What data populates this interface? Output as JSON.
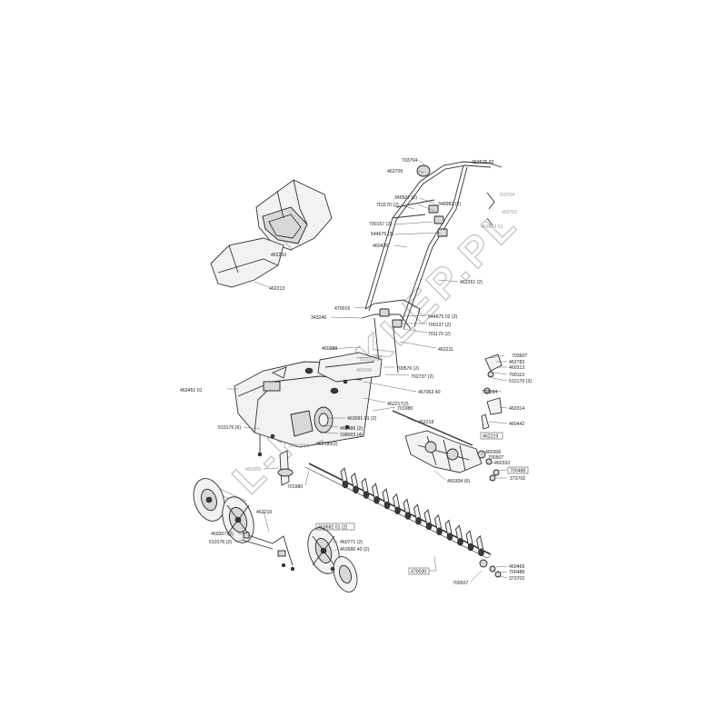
{
  "watermark": "AL-KO SKLEP.PL",
  "labels": {
    "l703704a": "703704",
    "l46367502": "463675 02",
    "l463705": "463705",
    "l703704b": "703704",
    "l3495072": "349507 (2)",
    "l3489822": "348982 (2)",
    "l7011702a": "701170 (2)",
    "l460702": "460702",
    "l70015?": "700157 (2)",
    "l5446752": "544675 (2)",
    "l46367401": "463674 01",
    "l460420": "460420",
    "l462210": "462210",
    "l462213": "462213",
    "l4622612": "462261 (2)",
    "l470016": "470016",
    "l343240": "343240",
    "l544675022": "544675 02 (2)",
    "l7001372": "700137 (2)",
    "l7011702b": "701170 (2)",
    "l462211": "462211",
    "l460389": "460389",
    "l5110152": "511015 (2)",
    "l4603902": "460390",
    "l7005762": "700576 (2)",
    "l7027372": "702737 (2)",
    "l46345101": "463451 01",
    "l46706340": "467063 40",
    "l4622172": "462217(2)",
    "l701980a": "701980",
    "l4630910102": "463091 01 (2)",
    "l4624862": "462486 (2)",
    "l3380034": "338003 (4)",
    "l5101766": "510176 (6)",
    "l5111802": "511180(2)",
    "l4621802": "462180(2)",
    "l462218": "462218",
    "l703607": "703607",
    "l462783": "462783",
    "l460213": "460213",
    "l700119": "700119",
    "l5101763": "510176 (3)",
    "l703994": "703994",
    "l460314": "460314",
    "l460442": "460442",
    "l462219": "462219",
    "l460306": "460306",
    "l700507a": "700507",
    "l460310": "460310",
    "l700488a": "700488",
    "l373702a": "373702",
    "l4603046": "460304 (6)",
    "l460305": "460305",
    "l701980b": "701980",
    "l462210b": "462210",
    "l4636820132": "463682 01 (2)",
    "l4603072": "460307 (2)",
    "l5101762": "510176 (2)",
    "l4607712": "460771 (2)",
    "l463680402": "463680 40 (2)",
    "l470030": "470030",
    "l460469": "460469",
    "l700488b": "700488",
    "l373702b": "373702",
    "l700507b": "700507"
  },
  "boxed_labels": [
    "l462219",
    "l700488a",
    "l470030",
    "l4636820132"
  ],
  "faint_labels": [
    "l703704b",
    "l46367401",
    "l460702",
    "l4603902",
    "l5111802",
    "l460305",
    "l5110152"
  ]
}
